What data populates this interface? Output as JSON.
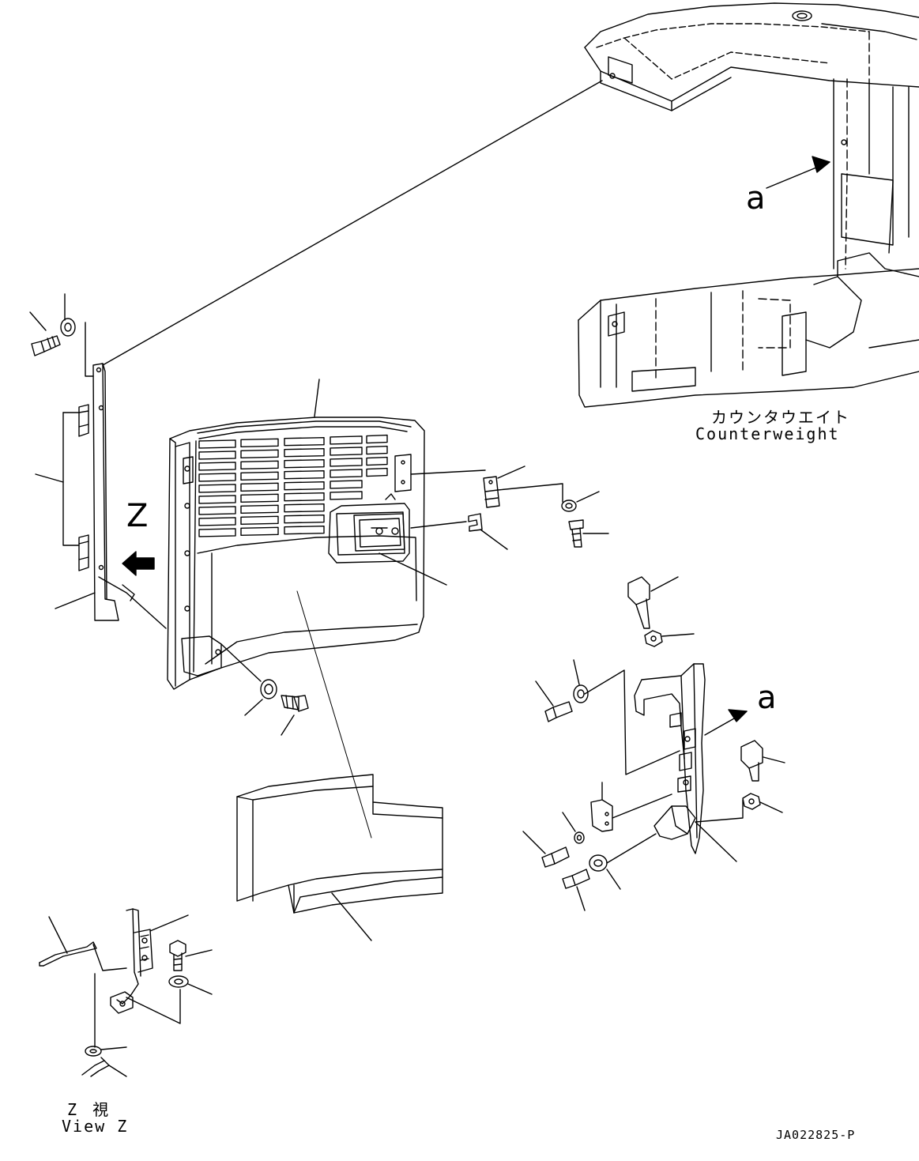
{
  "labels": {
    "counterweight_ja": "カウンタウエイト",
    "counterweight_en": "Counterweight",
    "view_z_ja": "Z 視",
    "view_z_en": "View Z",
    "marker_a_top": "a",
    "marker_a_right": "a",
    "marker_z": "Z",
    "drawing_code": "JA022825-P"
  }
}
